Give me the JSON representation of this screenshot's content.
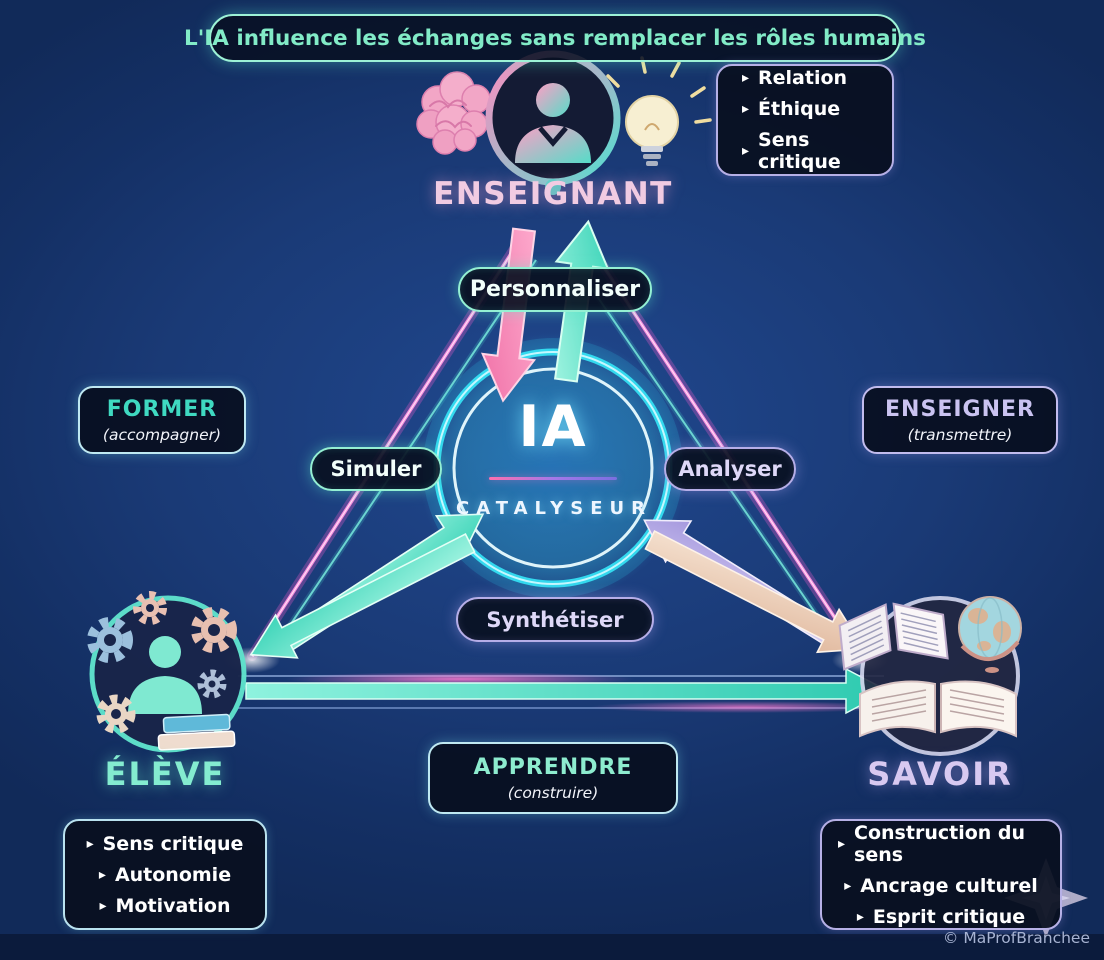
{
  "ui": {
    "bullet_icon": "▸",
    "watermark": "© MaProfBranchee"
  },
  "banner": {
    "title": "L'IA influence les échanges sans remplacer les rôles humains"
  },
  "center": {
    "acronym": "IA",
    "role": "CATALYSEUR"
  },
  "actions": {
    "personnaliser": "Personnaliser",
    "simuler": "Simuler",
    "analyser": "Analyser",
    "synthetiser": "Synthétiser"
  },
  "nodes": {
    "enseignant": {
      "label": "ENSEIGNANT",
      "bullets": [
        "Relation",
        "Éthique",
        "Sens critique"
      ]
    },
    "eleve": {
      "label": "ÉLÈVE",
      "bullets": [
        "Sens critique",
        "Autonomie",
        "Motivation"
      ]
    },
    "savoir": {
      "label": "SAVOIR",
      "bullets": [
        "Construction du sens",
        "Ancrage culturel",
        "Esprit critique"
      ]
    }
  },
  "relations": {
    "former": {
      "label": "FORMER",
      "sub": "(accompagner)"
    },
    "enseigner": {
      "label": "ENSEIGNER",
      "sub": "(transmettre)"
    },
    "apprendre": {
      "label": "APPRENDRE",
      "sub": "(construire)"
    }
  },
  "colors": {
    "background": "#1a3a76",
    "mint": "#84ebc7",
    "teal_arrow": "#4fe3c6",
    "pink_arrow": "#f78fb8",
    "lavender": "#cac3f1",
    "peach_arrow": "#eed6c2",
    "magenta_edge": "#ff6fd8",
    "cyan_ring": "#3fe0f0"
  }
}
